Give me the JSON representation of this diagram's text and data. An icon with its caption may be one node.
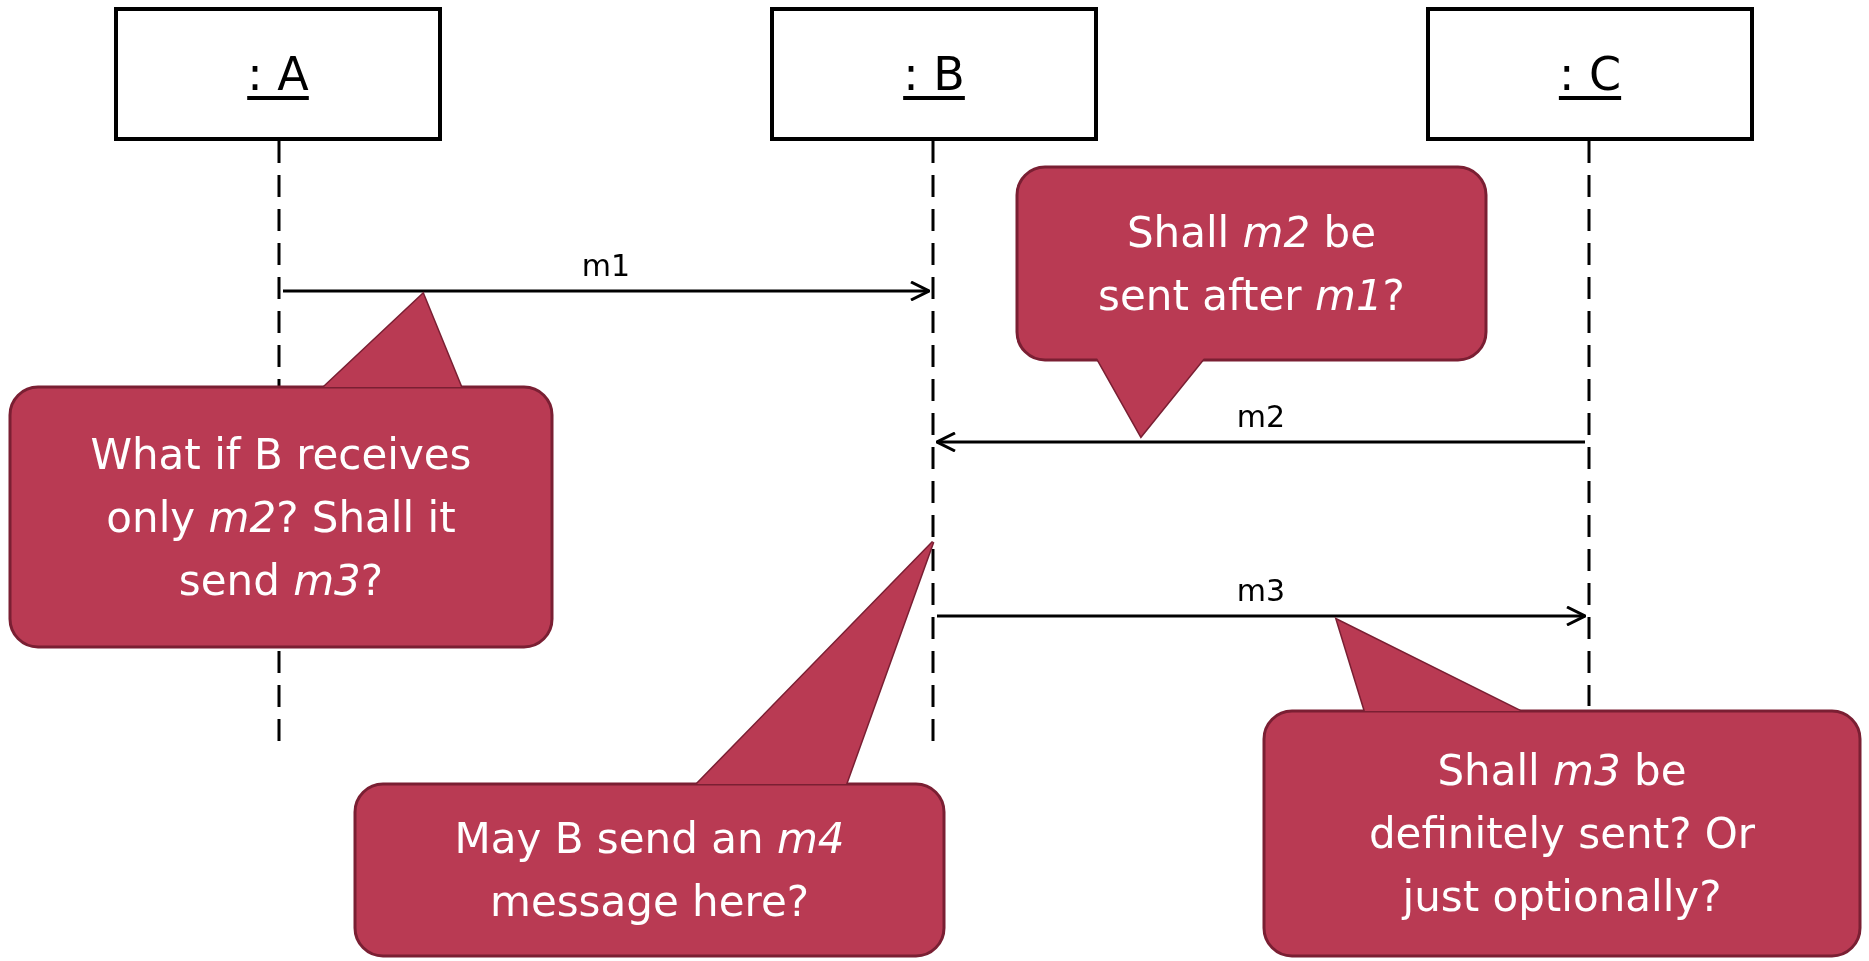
{
  "diagram": {
    "nodes": [
      {
        "text": [
          ": A"
        ]
      },
      {
        "text": [
          ": B"
        ]
      },
      {
        "text": [
          ": C"
        ]
      },
      {
        "text": [],
        "shape": "line"
      },
      {
        "text": [],
        "shape": "line"
      },
      {
        "text": [],
        "shape": "line"
      },
      {
        "text": [
          "Shall *m2* be sent after *m1*?"
        ]
      },
      {
        "text": [
          "What if B receives only *m2*? Shall it send *m3*?"
        ]
      },
      {
        "text": [
          "May B send an *m4* message here?"
        ]
      },
      {
        "text": [
          "Shall *m3* be definitely sent? Or just optionally?"
        ]
      }
    ],
    "edges": [
      {
        "from": 3,
        "to": 4,
        "arrow": "to",
        "label": "m1"
      },
      {
        "from": 5,
        "to": 4,
        "arrow": "to",
        "label": "m2"
      },
      {
        "from": 4,
        "to": 5,
        "arrow": "to",
        "label": "m3"
      }
    ]
  }
}
